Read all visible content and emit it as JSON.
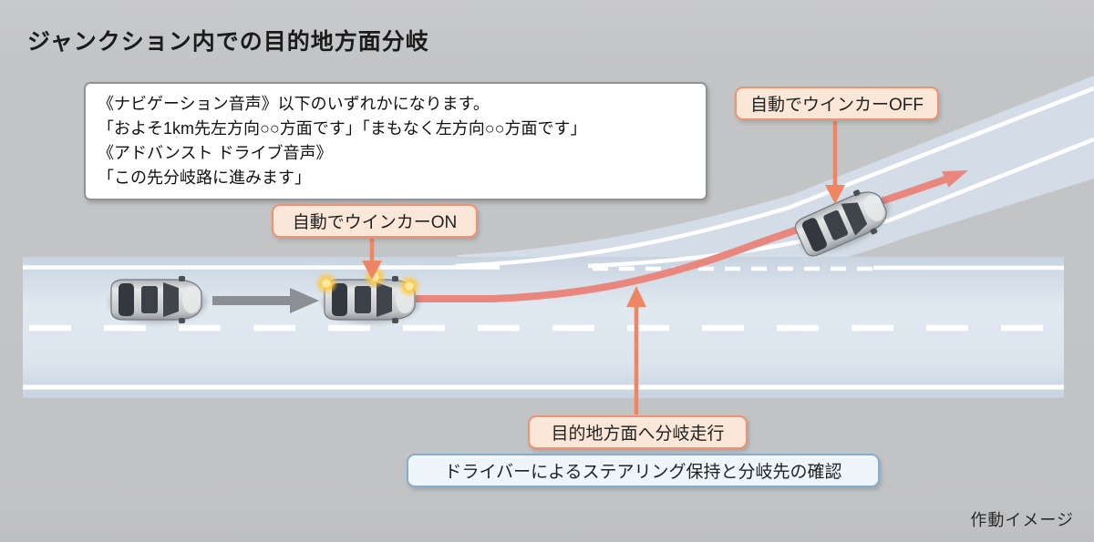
{
  "title": "ジャンクション内での目的地方面分岐",
  "note_box": {
    "line1": "《ナビゲーション音声》以下のいずれかになります。",
    "line2": "「およそ1km先左方向○○方面です」「まもなく左方向○○方面です」",
    "line3": "《アドバンスト ドライブ音声》",
    "line4": "「この先分岐路に進みます」"
  },
  "callouts": {
    "winker_on": "自動でウインカーON",
    "winker_off": "自動でウインカーOFF",
    "branch_drive": "目的地方面へ分岐走行",
    "driver_hold": "ドライバーによるステアリング保持と分岐先の確認"
  },
  "footer": {
    "note": "作動イメージ"
  },
  "colors": {
    "background": "#c3c4c6",
    "road_surface": "#d6dfe9",
    "lane_line": "#ffffff",
    "route_line": "#e9867e",
    "callout_accent": "#f09074",
    "callout_fill": "#fbe7d8",
    "driver_box_border": "#85adcd",
    "driver_box_fill": "#eef5fb",
    "guide_arrow": "#ef8563",
    "flow_arrow": "#8b8f94",
    "turn_signal_glow": "#ffc83d"
  },
  "diagram": {
    "vehicles": [
      {
        "name": "vehicle-approach"
      },
      {
        "name": "vehicle-winker-on"
      },
      {
        "name": "vehicle-branching"
      }
    ]
  }
}
